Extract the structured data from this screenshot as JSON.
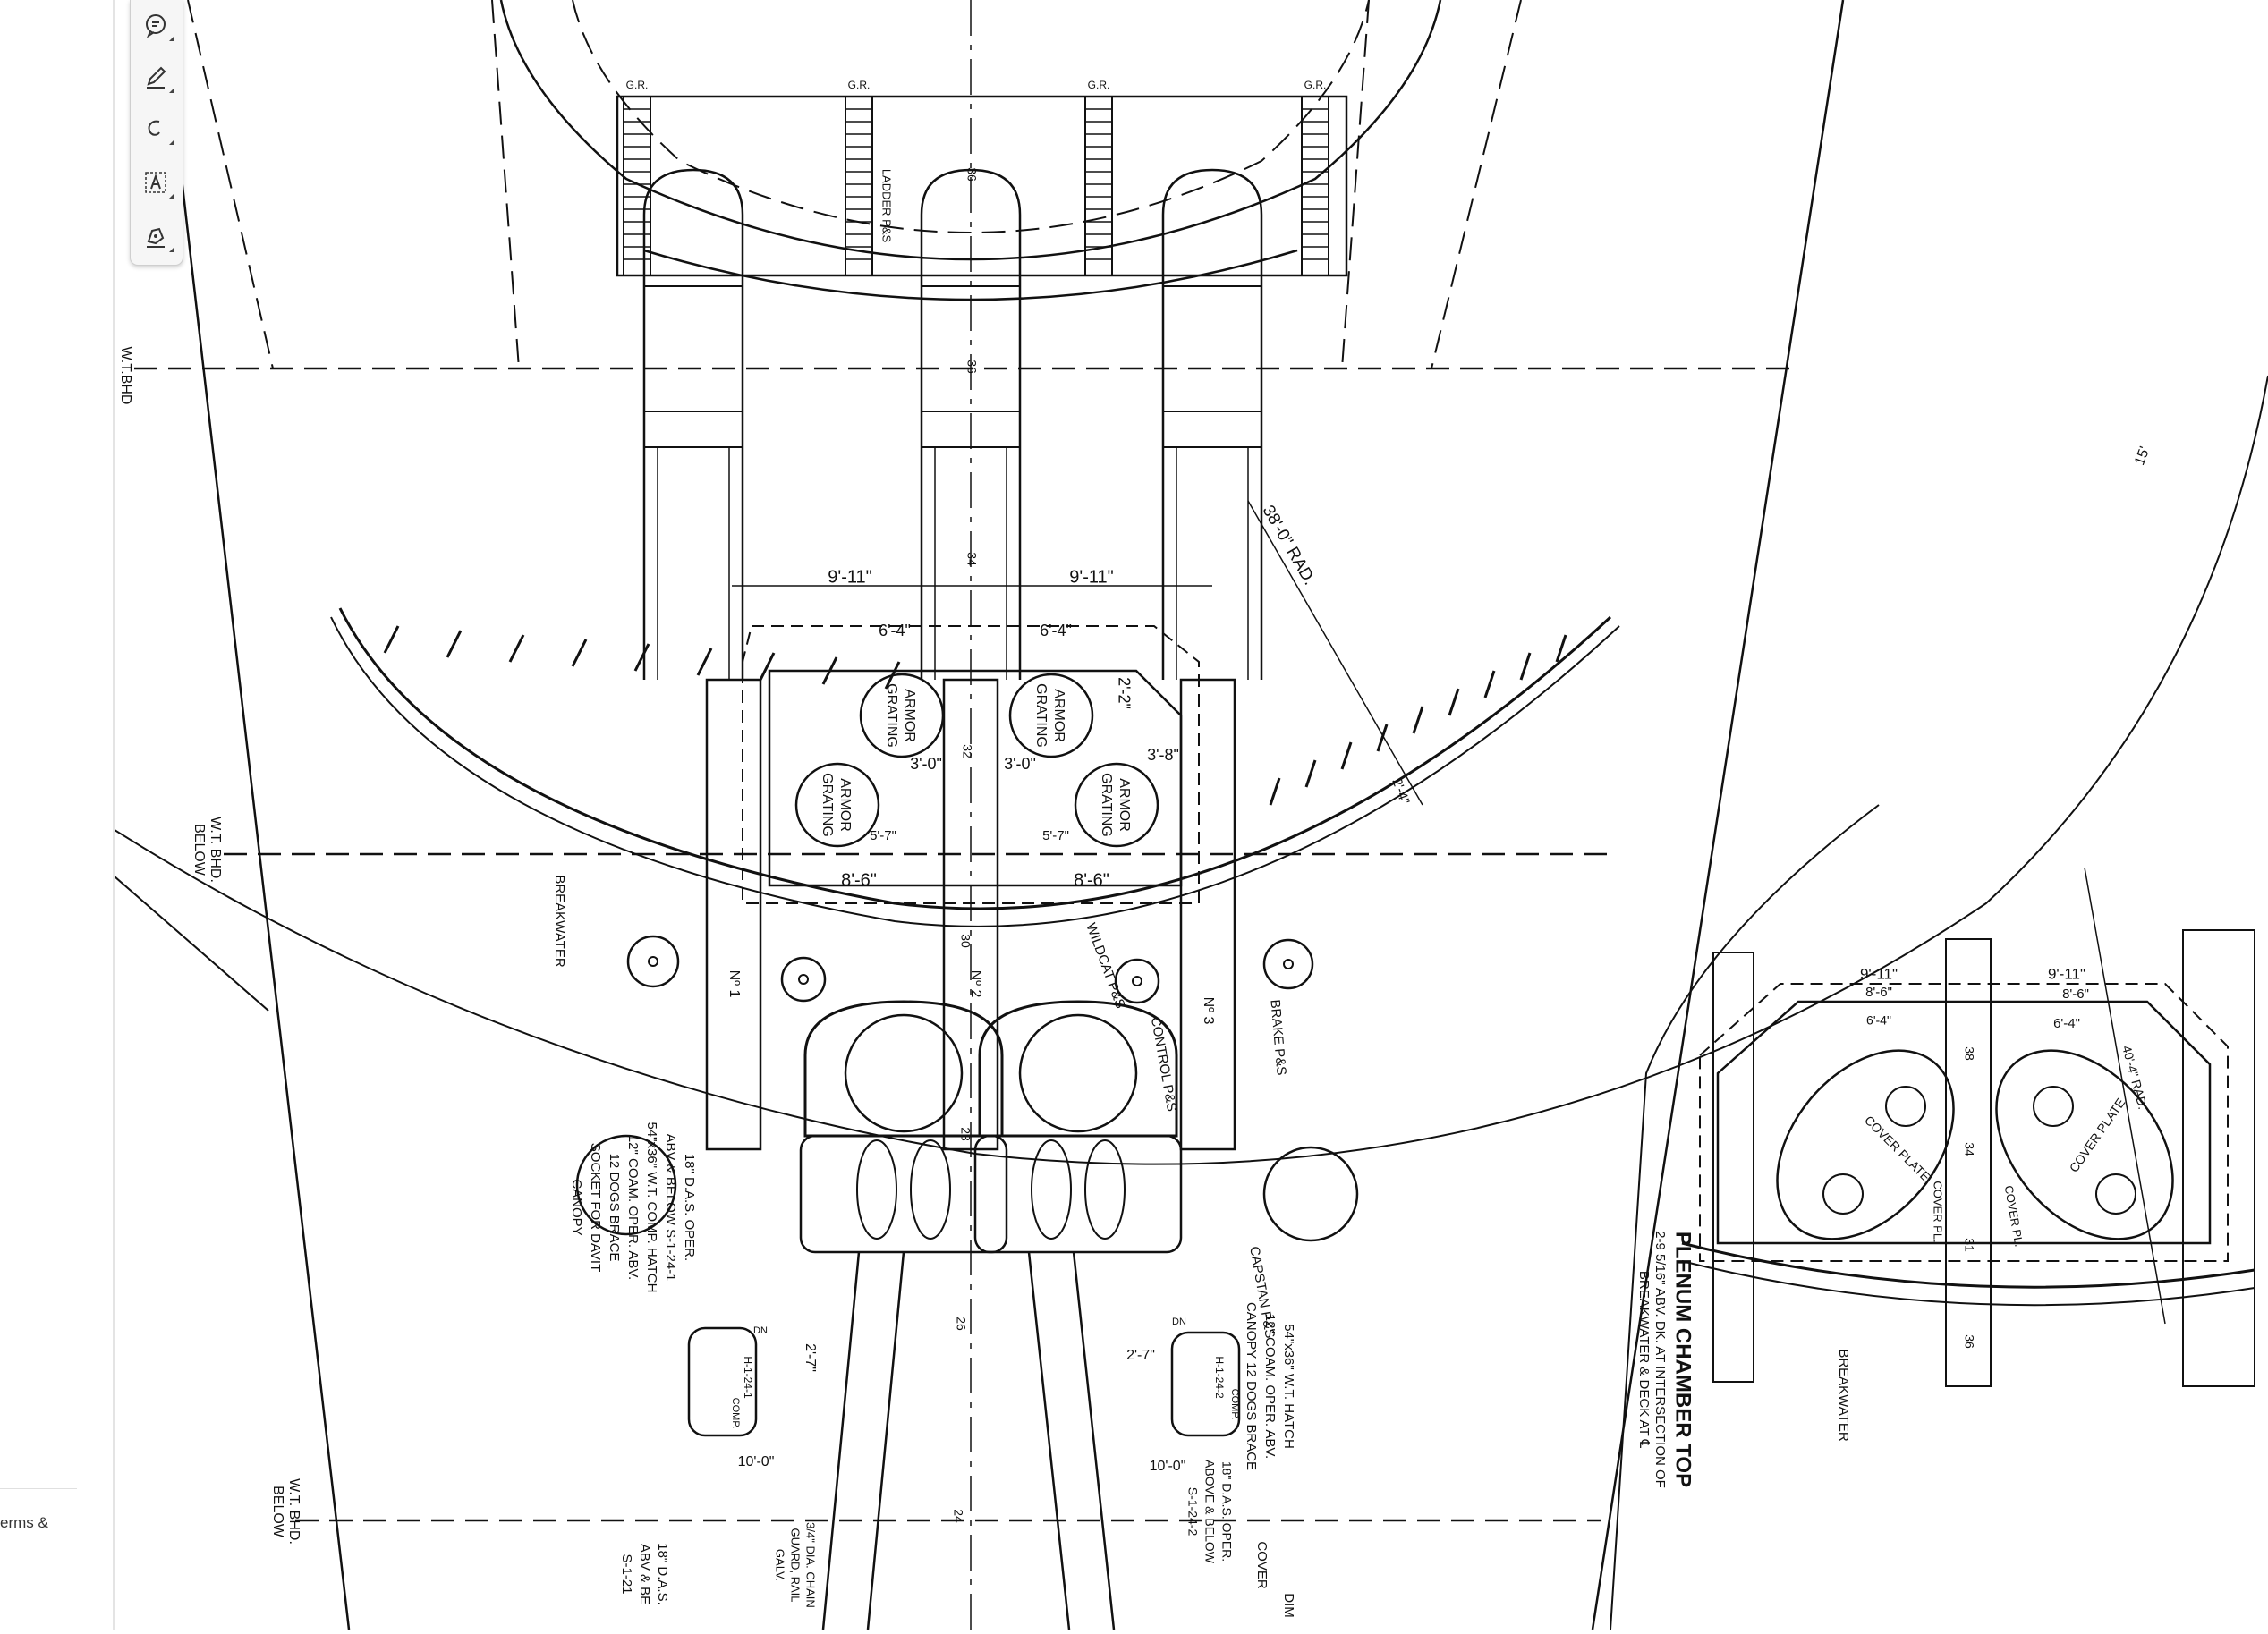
{
  "sidebar": {
    "footer_text": "erms &"
  },
  "toolbar": {
    "tools": [
      {
        "name": "comment-tool",
        "icon": "comment-icon"
      },
      {
        "name": "highlight-tool",
        "icon": "pen-icon"
      },
      {
        "name": "draw-tool",
        "icon": "freehand-icon"
      },
      {
        "name": "text-box-tool",
        "icon": "text-box-icon"
      },
      {
        "name": "sign-tool",
        "icon": "signature-icon"
      }
    ]
  },
  "drawing": {
    "labels": {
      "wt_bhd_top": [
        "W.T.BHD",
        "BELOW"
      ],
      "wt_bhd_mid": [
        "W.T. BHD.",
        "BELOW"
      ],
      "wt_bhd_bot": [
        "W.T. BHD.",
        "BELOW"
      ],
      "gr": "G.R.",
      "ladder": "LADDER P&S",
      "rad_main": "38'-0\" RAD.",
      "rad_right": "15'",
      "dim_9_11": "9'-11\"",
      "dim_6_4": "6'-4\"",
      "dim_2_2": "2'-2\"",
      "dim_3_8": "3'-8\"",
      "dim_3_0": "3'-0\"",
      "dim_5_7": "5'-7\"",
      "dim_8_6": "8'-6\"",
      "dim_2_4": "2'-4\"",
      "armor": "ARMOR",
      "grating": "GRATING",
      "frame_36": "36",
      "frame_34": "34",
      "frame_32": "32",
      "frame_30": "30",
      "frame_28": "28",
      "frame_26": "26",
      "frame_24": "24",
      "frame_38": "38",
      "frame_31": "31",
      "no1": "Nº 1",
      "no2": "Nº 2",
      "no3": "Nº 3",
      "breakwater": "BREAKWATER",
      "wildcat": "WILDCAT P&S",
      "control": "CONTROL P&S",
      "brake": "BRAKE P&S",
      "capstan": "CAPSTAN P&S",
      "hatch_left": [
        "18\" D.A.S. OPER.",
        "ABV & BELOW S-1-24-1",
        "54\"x36\" W.T. COMP. HATCH",
        "12\" COAM. OPER. ABV.",
        "12 DOGS BRACE",
        "SOCKET FOR DAVIT",
        "CANOPY"
      ],
      "hatch_right": [
        "54\"x36\" W.T. HATCH",
        "12\" COAM. OPER. ABV.",
        "CANOPY  12 DOGS BRACE"
      ],
      "das_right": [
        "18\" D.A.S. OPER.",
        "ABOVE & BELOW",
        "S-1-24-2"
      ],
      "h1": "H-1-24-1",
      "h2": "H-1-24-2",
      "comp": "COMP.",
      "dim_2_7": "2'-7\"",
      "dim_10_0": "10'-0\"",
      "dn": "DN",
      "cover": "COVER",
      "dim_cut": "DIM",
      "chain_pipe": [
        "3/4\" DIA. CHAIN",
        "GUARD, RAIL",
        "GALV."
      ],
      "das_bottom": [
        "18\" D.A.S.",
        "ABV & BE",
        "S-1-21"
      ],
      "cover_plate": "COVER PLATE",
      "cover_pl": "COVER PL.",
      "rad_40": "40'-4\" RAD.",
      "plenum_title": "PLENUM CHAMBER TOP",
      "plenum_sub": [
        "2-9 5/16\" ABV. DK. AT INTERSECTION OF",
        "BREAKWATER & DECK AT ℄"
      ]
    }
  }
}
